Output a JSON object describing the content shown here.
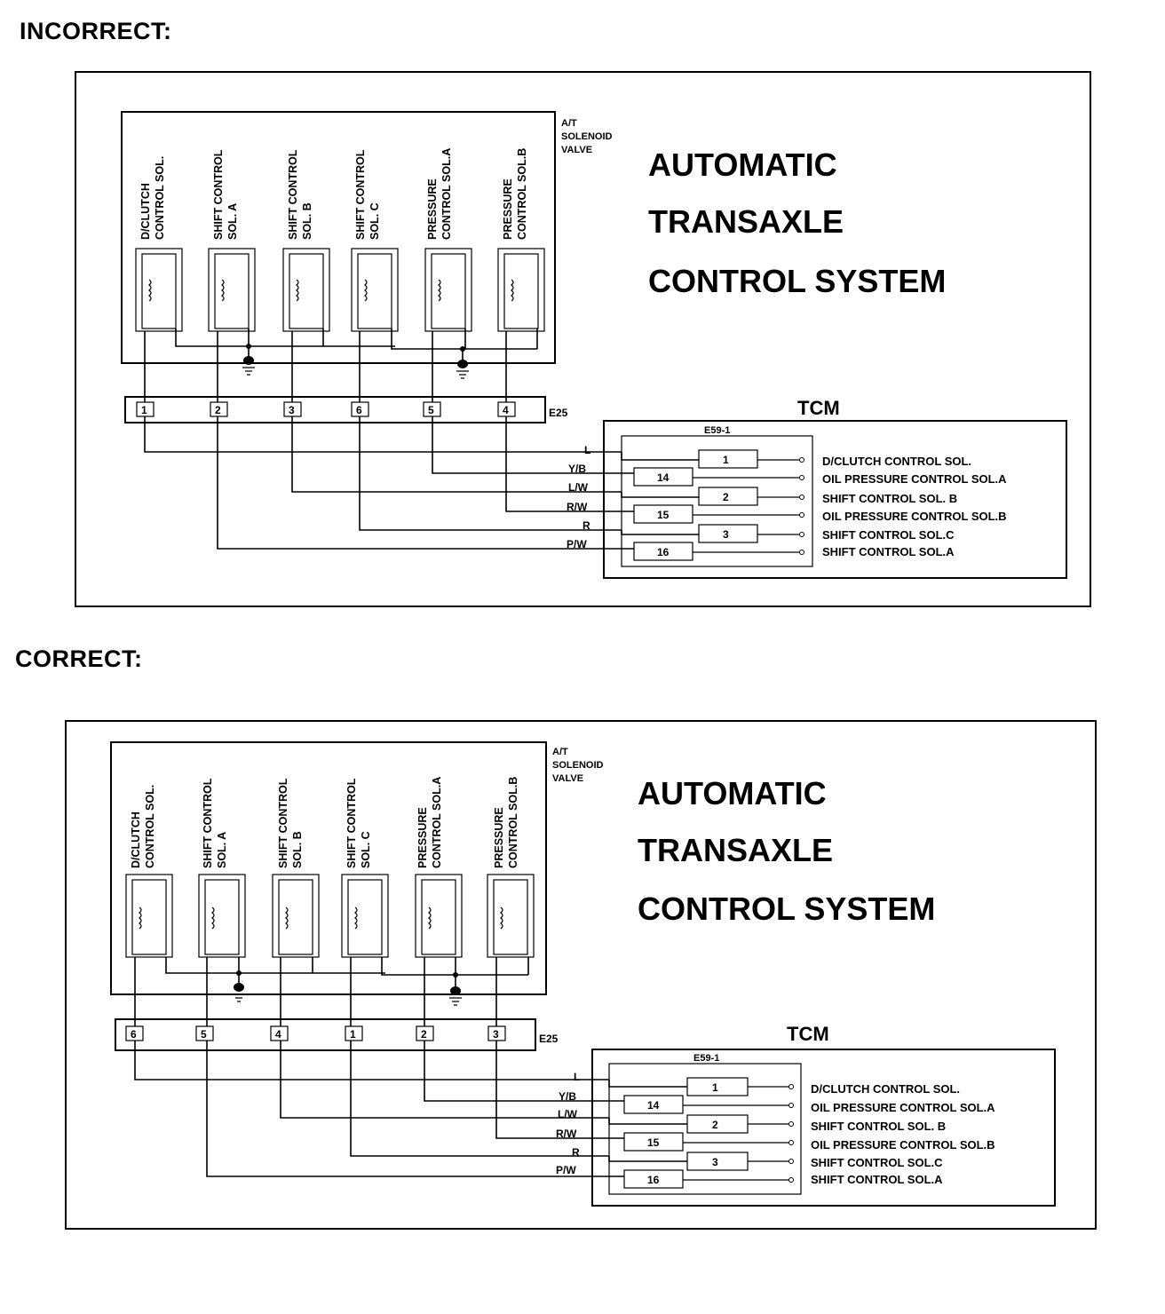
{
  "headings": {
    "incorrect": "INCORRECT:",
    "correct": "CORRECT:"
  },
  "diagram": {
    "title_lines": [
      "AUTOMATIC",
      "TRANSAXLE",
      "CONTROL SYSTEM"
    ],
    "valve_label": [
      "A/T",
      "SOLENOID",
      "VALVE"
    ],
    "connector_e25": "E25",
    "tcm_label": "TCM",
    "tcm_connector": "E59-1",
    "solenoids": [
      {
        "line1": "D/CLUTCH",
        "line2": "CONTROL SOL."
      },
      {
        "line1": "SHIFT CONTROL",
        "line2": "SOL. A"
      },
      {
        "line1": "SHIFT CONTROL",
        "line2": "SOL. B"
      },
      {
        "line1": "SHIFT CONTROL",
        "line2": "SOL. C"
      },
      {
        "line1": "PRESSURE",
        "line2": "CONTROL SOL.A"
      },
      {
        "line1": "PRESSURE",
        "line2": "CONTROL SOL.B"
      }
    ],
    "wire_colors": [
      "L",
      "Y/B",
      "L/W",
      "R/W",
      "R",
      "P/W"
    ],
    "tcm_pins": [
      "1",
      "14",
      "2",
      "15",
      "3",
      "16"
    ],
    "tcm_signals": [
      "D/CLUTCH CONTROL SOL.",
      "OIL PRESSURE CONTROL SOL.A",
      "SHIFT CONTROL SOL. B",
      "OIL PRESSURE CONTROL SOL.B",
      "SHIFT CONTROL SOL.C",
      "SHIFT CONTROL SOL.A"
    ]
  },
  "incorrect": {
    "e25_pins": [
      "1",
      "2",
      "3",
      "6",
      "5",
      "4"
    ]
  },
  "correct": {
    "e25_pins": [
      "6",
      "5",
      "4",
      "1",
      "2",
      "3"
    ]
  }
}
